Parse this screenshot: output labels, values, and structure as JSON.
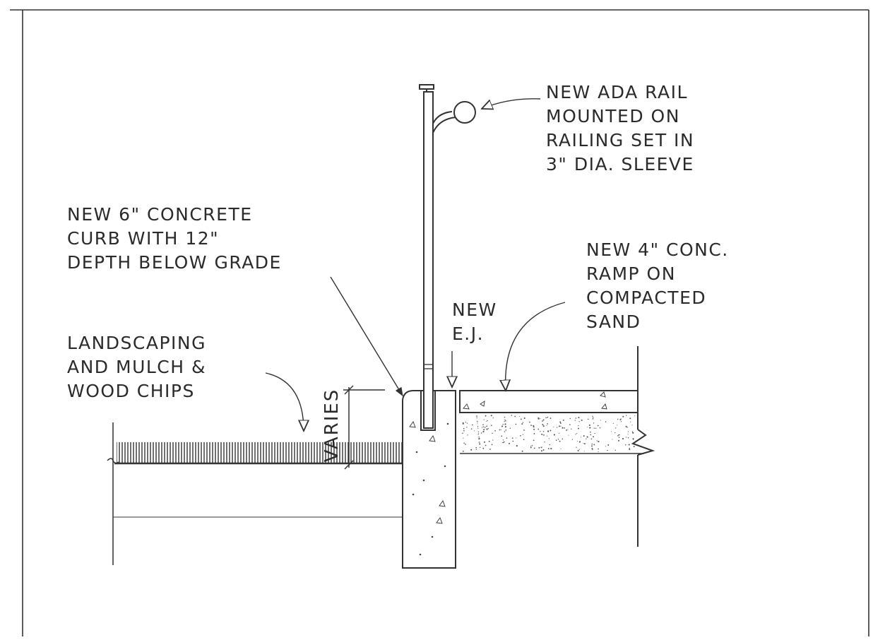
{
  "drawing": {
    "line_color": "#333333",
    "fill_color": "#ffffff"
  },
  "labels": {
    "rail": [
      "NEW ADA RAIL",
      "MOUNTED ON",
      "RAILING SET IN",
      "3\" DIA. SLEEVE"
    ],
    "curb": [
      "NEW 6\" CONCRETE",
      "CURB WITH 12\"",
      "DEPTH BELOW GRADE"
    ],
    "ramp": [
      "NEW 4\" CONC.",
      "RAMP ON",
      "COMPACTED",
      "SAND"
    ],
    "joint": [
      "NEW",
      "E.J."
    ],
    "landscape": [
      "LANDSCAPING",
      "AND MULCH &",
      "WOOD CHIPS"
    ],
    "varies": "VARIES"
  }
}
